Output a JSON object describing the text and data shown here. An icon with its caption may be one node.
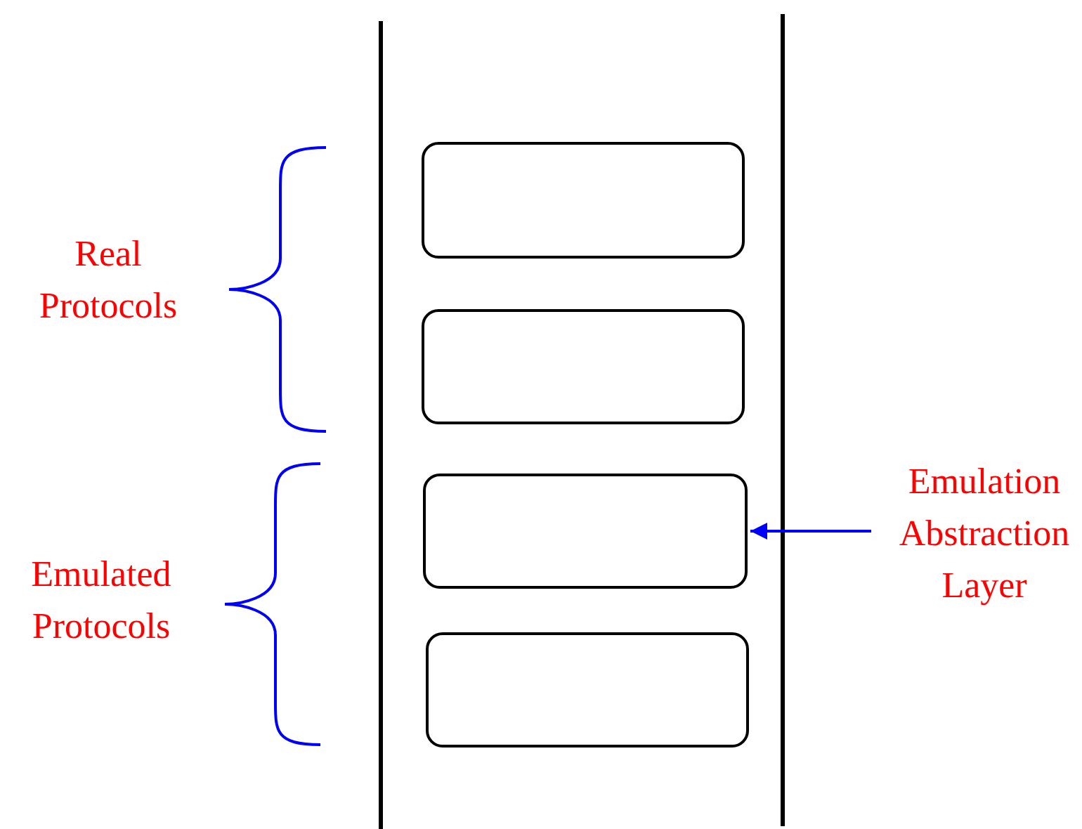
{
  "diagram": {
    "nodes": [
      {
        "text": [],
        "shape": "box"
      },
      {
        "text": [],
        "shape": "box"
      },
      {
        "text": [],
        "shape": "box"
      },
      {
        "text": [],
        "shape": "box"
      },
      {
        "text": [
          "Emulation Abstraction Layer"
        ]
      }
    ],
    "edges": [
      {
        "from": 4,
        "to": 2,
        "arrow": "to",
        "color": "#0000ff"
      }
    ],
    "labels": [
      "Real Protocols",
      "Emulated Protocols"
    ]
  }
}
